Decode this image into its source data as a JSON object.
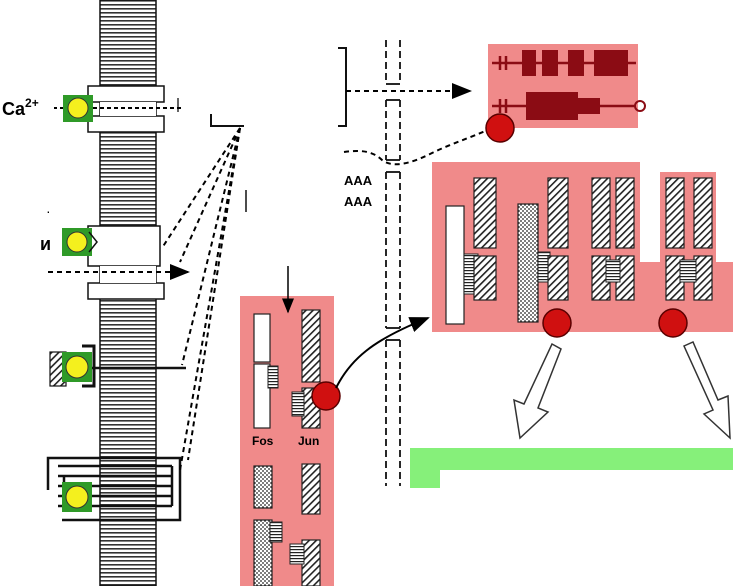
{
  "labels": {
    "calcium": "Ca",
    "calcium_charge": "2+",
    "left_cut": "и",
    "left_cut_mark": "·",
    "aaa_top": "AAA",
    "aaa_bottom": "AAA",
    "gene_fos": "Fos",
    "gene_jun": "Jun"
  },
  "colors": {
    "red_panel": "#f08a8a",
    "red_panel_stroke": "#b23a3a",
    "dark_red_box": "#8b0c14",
    "ligand_yellow": "#f4f01e",
    "ligand_green": "#2f9a28",
    "red_dot": "#d01010",
    "green_panel": "#86f07a",
    "stripe_dark": "#222222"
  }
}
